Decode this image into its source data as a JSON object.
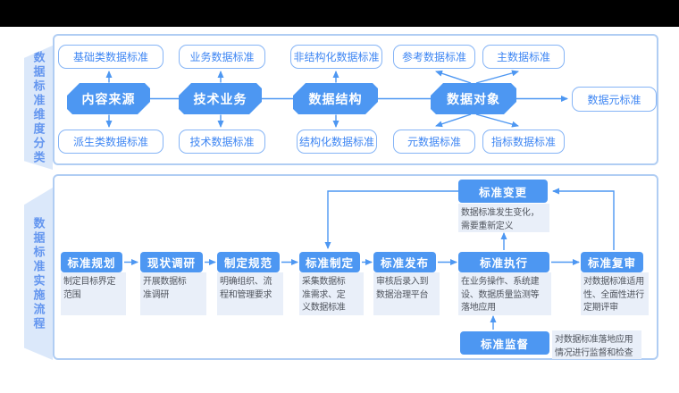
{
  "colors": {
    "accent_blue": "#4d97f2",
    "panel_border": "#b0cdf3",
    "pill_border": "#85b4f6",
    "pill_text": "#3e86f3",
    "label_bg": "#dbe8fa",
    "label_text": "#6496ef",
    "body_bg": "#e9eff9",
    "body_text": "#50555e",
    "top_bar": "#000000"
  },
  "section1": {
    "label": "数据标准维度分类",
    "top_row": [
      "基础类数据标准",
      "业务数据标准",
      "非结构化数据标准",
      "参考数据标准",
      "主数据标准"
    ],
    "nodes": [
      "内容来源",
      "技术业务",
      "数据结构",
      "数据对象"
    ],
    "right_box": "数据元标准",
    "bottom_row": [
      "派生类数据标准",
      "技术数据标准",
      "结构化数据标准",
      "元数据标准",
      "指标数据标准"
    ]
  },
  "section2": {
    "label": "数据标准实施流程",
    "steps": [
      {
        "title": "标准规划",
        "desc": "制定目标界定\n范围"
      },
      {
        "title": "现状调研",
        "desc": "开展数据标\n准调研"
      },
      {
        "title": "制定规范",
        "desc": "明确组织、流\n程和管理要求"
      },
      {
        "title": "标准制定",
        "desc": "采集数据标\n准需求、定\n义数据标准"
      },
      {
        "title": "标准发布",
        "desc": "审核后录入到\n数据治理平台"
      },
      {
        "title": "标准执行",
        "desc": "在业务操作、系统建\n设、数据质量监测等\n落地应用"
      },
      {
        "title": "标准复审",
        "desc": "对数据标准适用\n性、全面性进行\n定期评审"
      }
    ],
    "change": {
      "title": "标准变更",
      "desc": "数据标准发生变化，\n需要重新定义"
    },
    "supervision": {
      "title": "标准监督",
      "desc": "对数据标准落地应用\n情况进行监督和检查"
    }
  }
}
